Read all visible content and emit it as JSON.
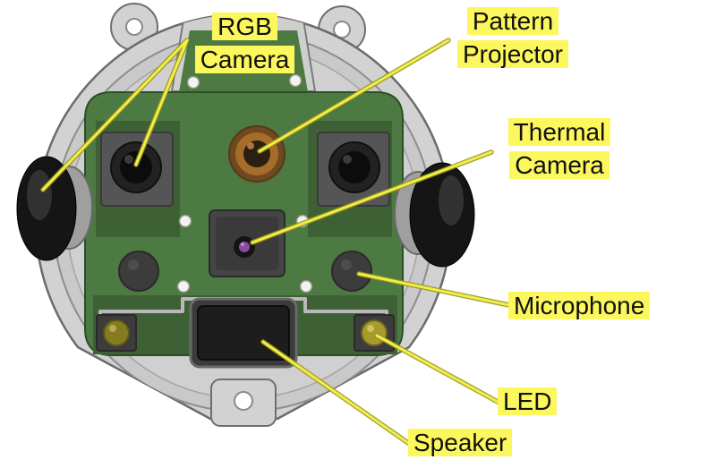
{
  "figure": {
    "background": "#ffffff",
    "labels": [
      {
        "id": "rgb-camera",
        "text": "RGB Camera"
      },
      {
        "id": "pattern-projector",
        "text": "Pattern Projector"
      },
      {
        "id": "thermal-camera",
        "text": "Thermal Camera"
      },
      {
        "id": "microphone",
        "text": "Microphone"
      },
      {
        "id": "led",
        "text": "LED"
      },
      {
        "id": "speaker",
        "text": "Speaker"
      }
    ],
    "colors": {
      "highlight": "#fbf75c",
      "callout": "#f1ed49",
      "callout_edge": "#97931d",
      "pcb": "#4d7a42",
      "pcb_dark": "#3d6135",
      "projector_ring": "#a86c2a",
      "thermal_dot": "#8b4a9e",
      "led_left": "#857b21",
      "led_right": "#a89a2e",
      "body": "#d2d2d2",
      "knob": "#151515",
      "text": "#111111"
    },
    "components": [
      "side-fisheye-lens-left",
      "side-fisheye-lens-right",
      "rgb-camera-lens-left",
      "rgb-camera-lens-right",
      "pattern-projector-lens",
      "thermal-camera-module",
      "microphone-left",
      "microphone-right",
      "speaker-grille",
      "led-left",
      "led-right",
      "mounting-hole-top-left",
      "mounting-hole-top-right",
      "mounting-hole-bottom"
    ]
  }
}
